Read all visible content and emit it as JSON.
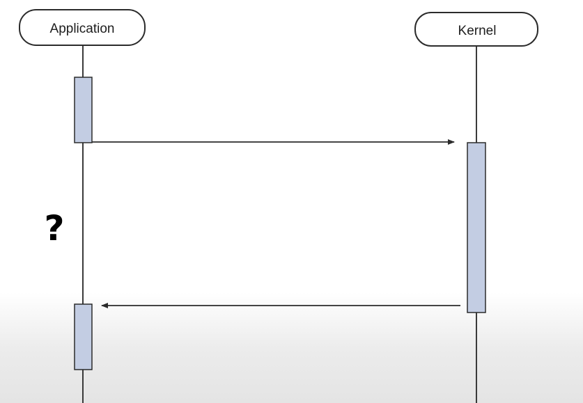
{
  "participants": {
    "application": {
      "label": "Application"
    },
    "kernel": {
      "label": "Kernel"
    }
  },
  "annotation": {
    "text": "?"
  },
  "colors": {
    "activation_fill": "#c3cde3",
    "line": "#3a3a3a",
    "box_stroke": "#2b2b2b"
  },
  "messages": [
    {
      "from": "application",
      "to": "kernel",
      "direction": "request"
    },
    {
      "from": "kernel",
      "to": "application",
      "direction": "return"
    }
  ]
}
